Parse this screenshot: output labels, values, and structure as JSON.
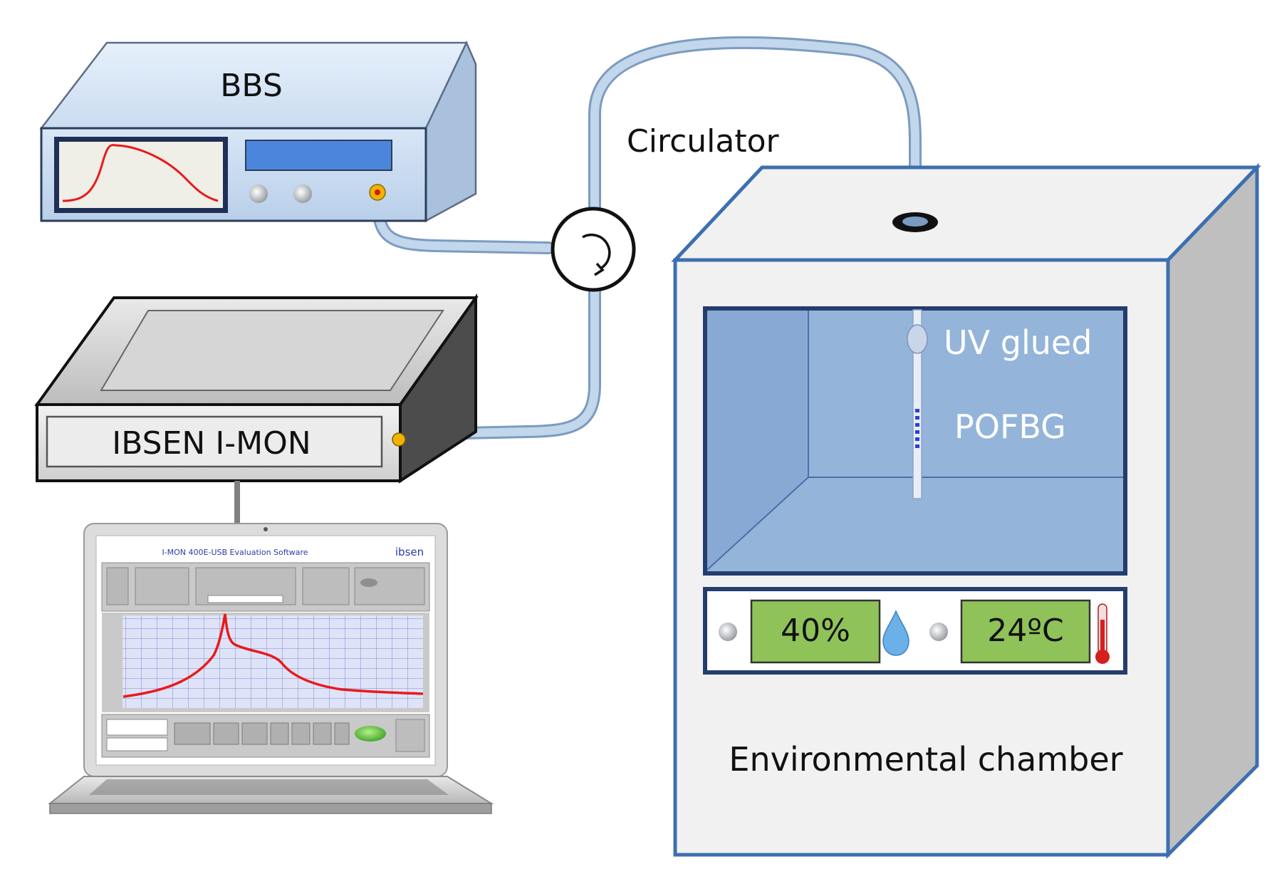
{
  "labels": {
    "bbs": "BBS",
    "circulator": "Circulator",
    "imon": "IBSEN I-MON",
    "uv_glued": "UV glued",
    "pofbg": "POFBG",
    "chamber": "Environmental chamber",
    "humidity": "40%",
    "temperature": "24ºC"
  },
  "laptop_screen": {
    "title": "I-MON 400E-USB Evaluation Software",
    "brand": "ibsen"
  },
  "colors": {
    "fiber": "#a9c4e0",
    "device_blue": "#c9dcf2",
    "chamber_outline": "#3d6fb0",
    "chamber_window": "#94b4da",
    "display_green": "#8fc35a",
    "spectrum_red": "#e81a1a"
  },
  "icons": {
    "humidity": "water-drop-icon",
    "temperature": "thermometer-icon",
    "rotation": "circulator-arrow-icon"
  }
}
